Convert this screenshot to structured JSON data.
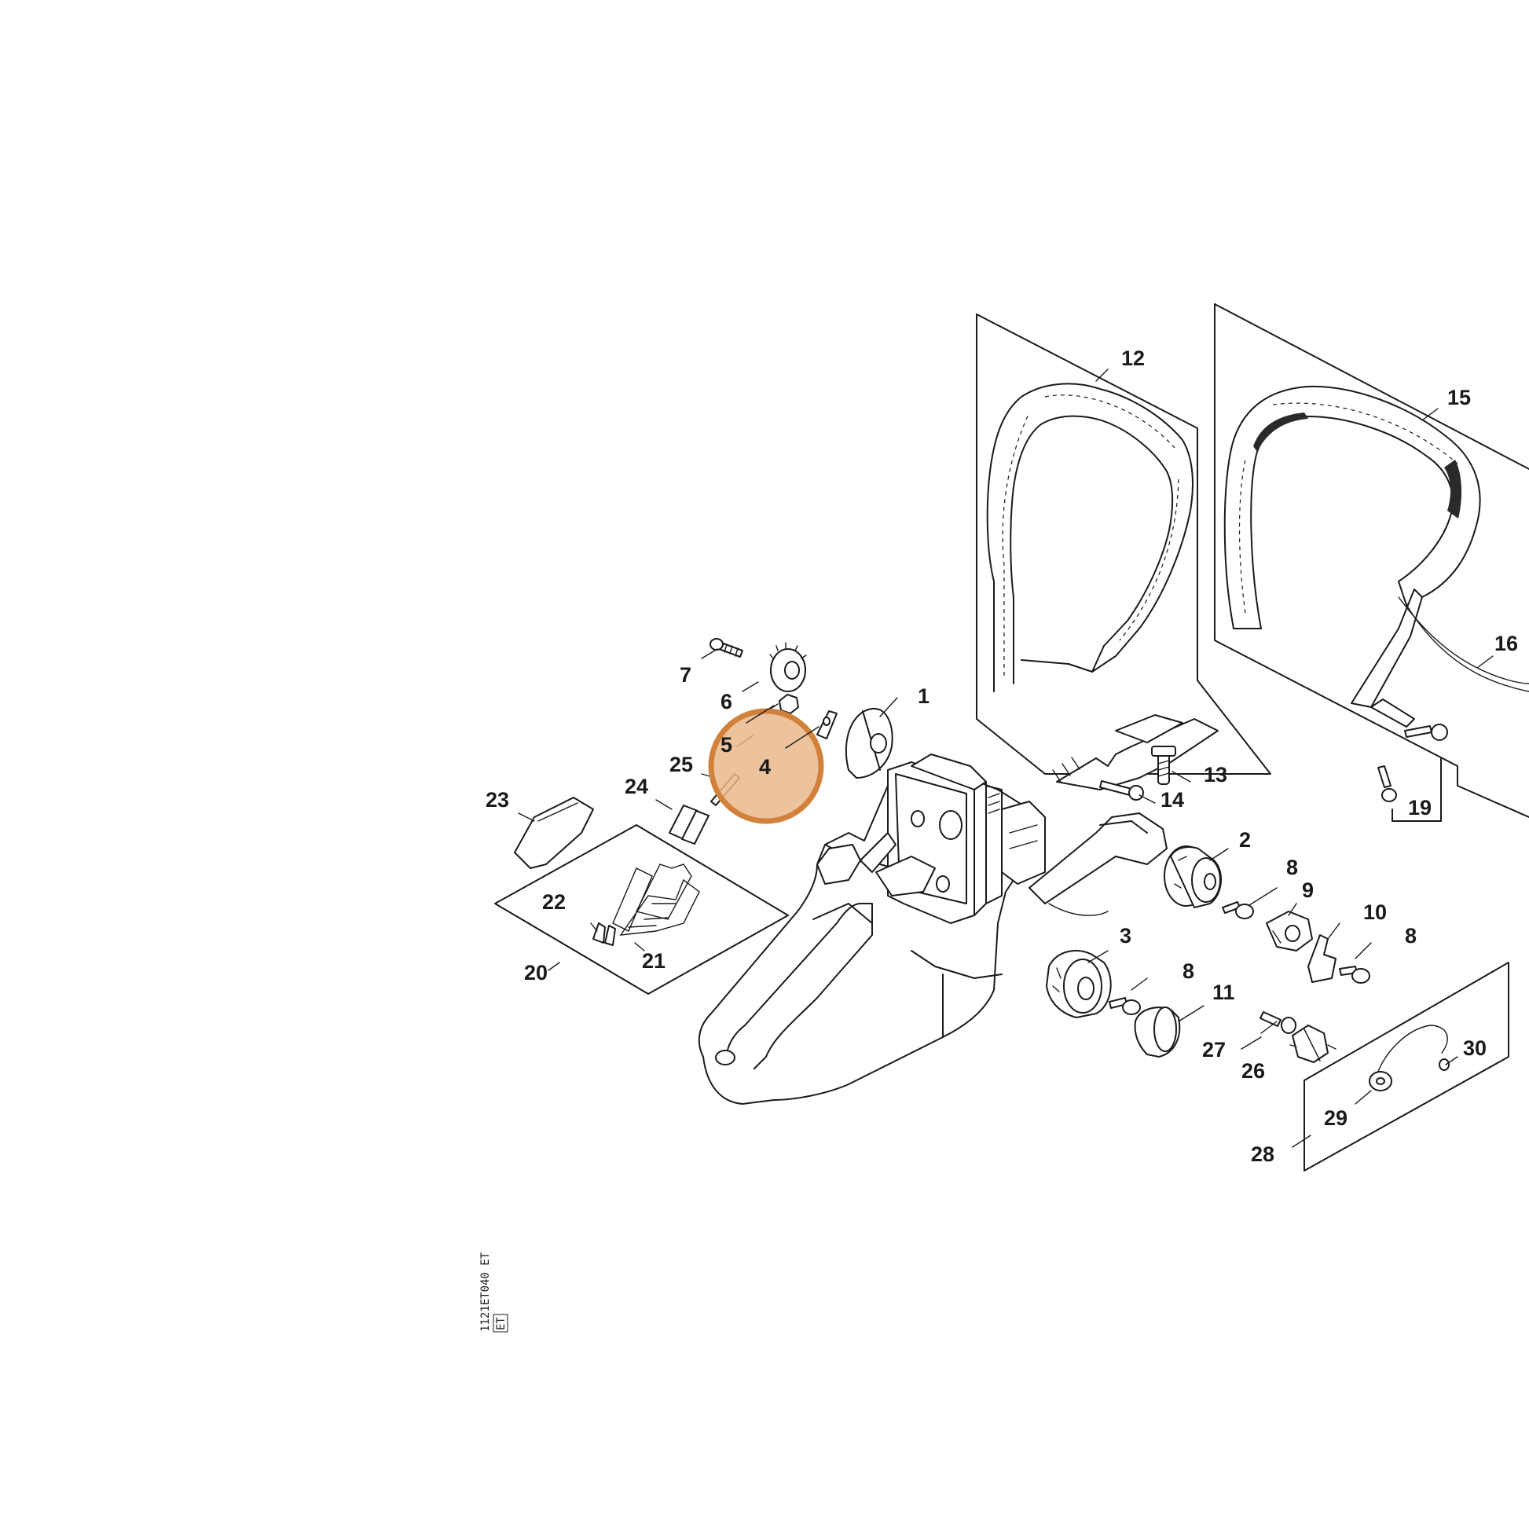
{
  "diagram": {
    "type": "exploded parts diagram",
    "highlight_color": "#e9b88c",
    "highlight_border_color": "#d2813a",
    "highlighted_part": "4",
    "drawing_code": "1121ET040 ET",
    "drawing_badge": "ET",
    "callouts": {
      "c1": "1",
      "c2": "2",
      "c3": "3",
      "c4": "4",
      "c5": "5",
      "c6": "6",
      "c7": "7",
      "c8a": "8",
      "c8b": "8",
      "c8c": "8",
      "c9": "9",
      "c10": "10",
      "c11": "11",
      "c12": "12",
      "c13": "13",
      "c14": "14",
      "c15": "15",
      "c16": "16",
      "c19": "19",
      "c20": "20",
      "c21": "21",
      "c22": "22",
      "c23": "23",
      "c24": "24",
      "c25": "25",
      "c26": "26",
      "c27": "27",
      "c28": "28",
      "c29": "29",
      "c30": "30"
    }
  }
}
